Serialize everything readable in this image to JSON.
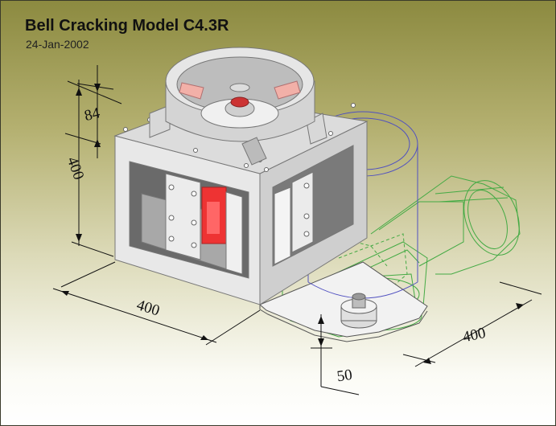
{
  "header": {
    "title": "Bell Cracking Model C4.3R",
    "date": "24-Jan-2002"
  },
  "dimensions": {
    "height_small": "84",
    "height": "400",
    "width_front": "400",
    "depth_side": "400",
    "offset_bottom": "50"
  },
  "colors": {
    "background_top": "#8c8a40",
    "background_bottom": "#ffffff",
    "frame_gray": "#e2e2e2",
    "accent_red": "#ee3333",
    "wire_blue": "#5050c0",
    "wire_green": "#44aa44"
  }
}
